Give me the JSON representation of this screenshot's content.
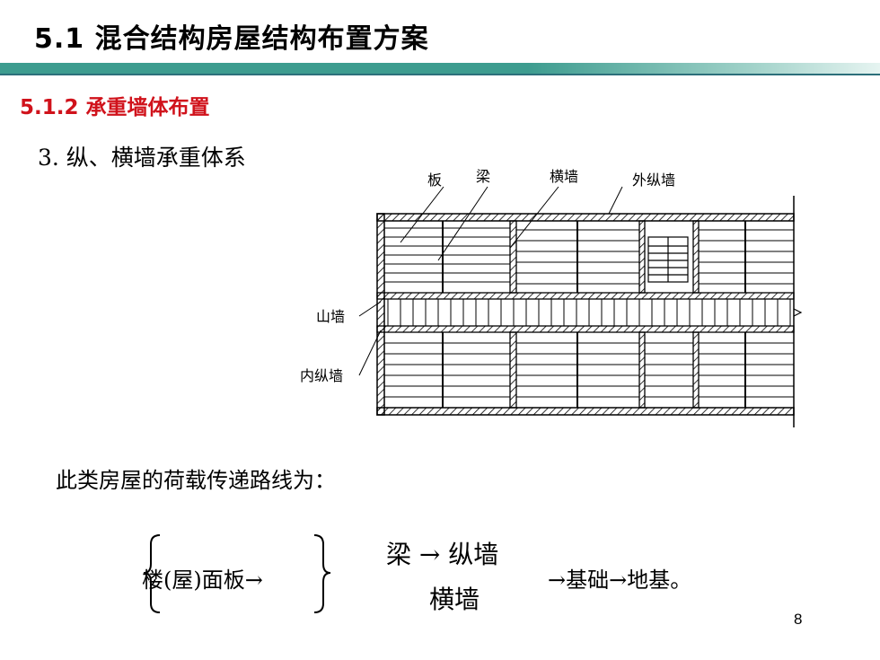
{
  "slide": {
    "title": "5.1 混合结构房屋结构布置方案",
    "subtitle": "5.1.2 承重墙体布置",
    "point": "3. 纵、横墙承重体系",
    "page_number": "8"
  },
  "diagram": {
    "labels": {
      "slab": "板",
      "beam": "梁",
      "cross_wall": "横墙",
      "outer_longitudinal_wall": "外纵墙",
      "gable_wall": "山墙",
      "inner_longitudinal_wall": "内纵墙"
    }
  },
  "load_path": {
    "intro": "此类房屋的荷载传递路线为：",
    "start": "楼(屋)面板→",
    "branch_top": "梁 → 纵墙",
    "branch_bottom": "横墙",
    "end": "→基础→地基。"
  }
}
